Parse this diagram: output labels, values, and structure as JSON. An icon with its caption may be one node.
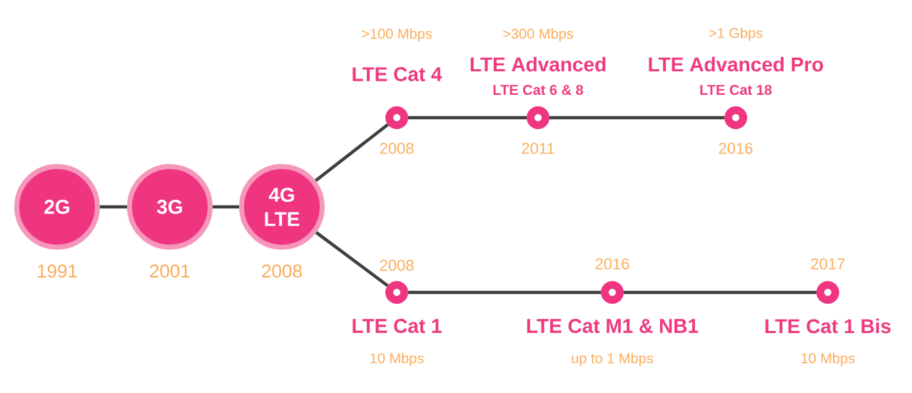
{
  "diagram": {
    "nodes": [
      {
        "text": [
          "2G"
        ],
        "beside": [
          "1991"
        ]
      },
      {
        "text": [
          "3G"
        ],
        "beside": [
          "2001"
        ]
      },
      {
        "text": [
          "4G LTE"
        ],
        "beside": [
          "2008"
        ]
      },
      {
        "text": [],
        "shape": "circle",
        "beside": [
          ">100 Mbps",
          "LTE Cat 4",
          "2008"
        ]
      },
      {
        "text": [],
        "shape": "circle",
        "beside": [
          ">300 Mbps",
          "LTE Advanced",
          "LTE Cat 6 & 8",
          "2011"
        ]
      },
      {
        "text": [],
        "shape": "circle",
        "beside": [
          ">1 Gbps",
          "LTE Advanced Pro",
          "LTE Cat 18",
          "2016"
        ]
      },
      {
        "text": [],
        "shape": "circle",
        "beside": [
          "2008",
          "LTE Cat 1",
          "10 Mbps"
        ]
      },
      {
        "text": [],
        "shape": "circle",
        "beside": [
          "2016",
          "LTE Cat M1 & NB1",
          "up to 1 Mbps"
        ]
      },
      {
        "text": [],
        "shape": "circle",
        "beside": [
          "2017",
          "LTE Cat 1 Bis",
          "10 Mbps"
        ]
      }
    ],
    "edges": [
      {
        "from": 0,
        "to": 1,
        "arrow": "none"
      },
      {
        "from": 1,
        "to": 2,
        "arrow": "none"
      },
      {
        "from": 2,
        "to": 3,
        "arrow": "none"
      },
      {
        "from": 3,
        "to": 4,
        "arrow": "none"
      },
      {
        "from": 4,
        "to": 5,
        "arrow": "none"
      },
      {
        "from": 2,
        "to": 6,
        "arrow": "none"
      },
      {
        "from": 6,
        "to": 7,
        "arrow": "none"
      },
      {
        "from": 7,
        "to": 8,
        "arrow": "none"
      }
    ]
  }
}
